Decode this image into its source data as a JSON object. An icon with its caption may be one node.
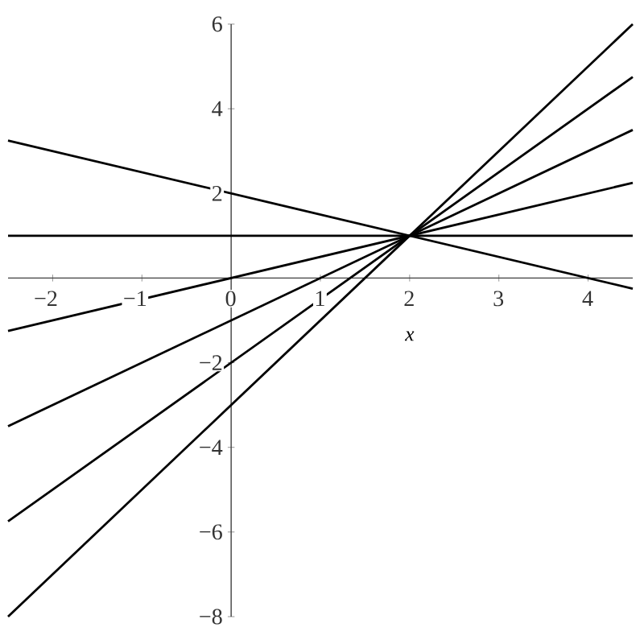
{
  "diagram": {
    "chart_data": {
      "type": "line",
      "xlabel": "x",
      "x": [
        -2.5,
        4.5
      ],
      "series": [
        {
          "color": "#000000",
          "values": [
            3.25,
            -0.25
          ]
        },
        {
          "color": "#000000",
          "values": [
            1,
            1
          ]
        },
        {
          "color": "#000000",
          "values": [
            -1.25,
            2.25
          ]
        },
        {
          "color": "#000000",
          "values": [
            -3.5,
            3.5
          ]
        },
        {
          "color": "#000000",
          "values": [
            -5.75,
            4.75
          ]
        },
        {
          "color": "#000000",
          "values": [
            -8,
            6
          ]
        }
      ],
      "xlim": [
        -2.5,
        4.5
      ],
      "ylim": [
        -8,
        6
      ],
      "xticks": [
        -2,
        -1,
        0,
        1,
        2,
        3,
        4
      ],
      "yticks": [
        -8,
        -6,
        -4,
        -2,
        2,
        4,
        6
      ]
    }
  }
}
